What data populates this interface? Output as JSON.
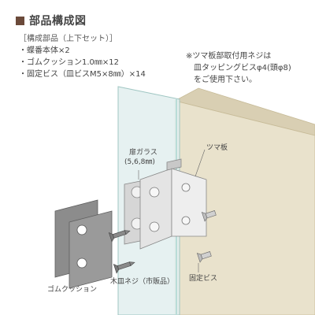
{
  "title": "部品構成図",
  "parts": {
    "heading": "［構成部品（上下セット）］",
    "items": [
      "・蝶番本体×2",
      "・ゴムクッション1.0㎜×12",
      "・固定ビス（皿ビスM5×8㎜）×14"
    ]
  },
  "note": {
    "lines": [
      "※ツマ板部取付用ネジは",
      "皿タッピングビスφ4(頭φ8)",
      "をご使用下さい。"
    ]
  },
  "labels": {
    "door_glass": "扉ガラス",
    "glass_sizes": "(5,6,8㎜)",
    "side_panel": "ツマ板",
    "wood_screw": "木皿ネジ（市販品）",
    "fixing_screw": "固定ビス",
    "rubber_cushion": "ゴムクッション"
  },
  "colors": {
    "title_mark": "#6b4a3a",
    "panel_front": "#e9e2cc",
    "panel_edge": "#d9cfb3",
    "glass": "#e3f0ef",
    "cushion": "#8c8c8c",
    "metal": "#e4e4e4"
  }
}
